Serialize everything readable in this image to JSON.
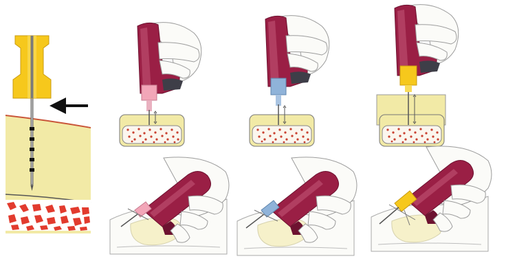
{
  "figure": {
    "needle_sizes": [
      {
        "name": "pink-hub",
        "color": "#f2a6b8",
        "depth": "shallow"
      },
      {
        "name": "blue-hub",
        "color": "#8fb3d9",
        "depth": "medium"
      },
      {
        "name": "yellow-hub",
        "color": "#f0c419",
        "depth": "deep"
      }
    ],
    "colors": {
      "driver": "#9a1f45",
      "driver_dark": "#6d1230",
      "skin": "#f8efb0",
      "tissue": "#efe79a",
      "bone_marrow": "#e23b2e",
      "needle_hub": "#f6c81c",
      "hand": "#fbfbf8",
      "outline": "#444444",
      "arrow": "#111111"
    },
    "icons": [
      "arrow-left-icon"
    ]
  }
}
